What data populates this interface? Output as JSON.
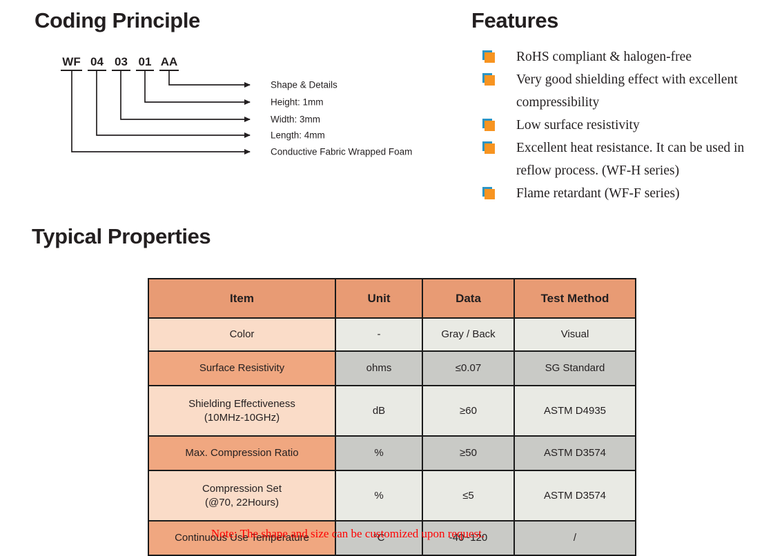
{
  "sections": {
    "coding": {
      "title": "Coding Principle"
    },
    "features": {
      "title": "Features"
    },
    "properties": {
      "title": "Typical Properties"
    }
  },
  "coding": {
    "tokens": [
      {
        "text": "WF"
      },
      {
        "text": "04"
      },
      {
        "text": "03"
      },
      {
        "text": "01"
      },
      {
        "text": "AA"
      }
    ],
    "labels": [
      {
        "text": "Shape & Details"
      },
      {
        "text": "Height: 1mm"
      },
      {
        "text": "Width: 3mm"
      },
      {
        "text": "Length: 4mm"
      },
      {
        "text": "Conductive Fabric Wrapped Foam"
      }
    ]
  },
  "features": {
    "bullet_color": "#F79421",
    "bullet_accent_color": "#2C94C4",
    "items": [
      {
        "text": "RoHS compliant & halogen-free"
      },
      {
        "text": "Very good shielding effect with excellent compressibility"
      },
      {
        "text": "Low surface resistivity"
      },
      {
        "text": "Excellent heat resistance. It can be used in reflow process. (WF-H series)"
      },
      {
        "text": "Flame retardant (WF-F series)"
      }
    ]
  },
  "table": {
    "header_color": "#E89B74",
    "row_light_item_color": "#FADCC8",
    "row_dark_item_color": "#F0A780",
    "row_light_value_color": "#E9EAE4",
    "row_dark_value_color": "#C9CAC6",
    "columns": [
      "Item",
      "Unit",
      "Data",
      "Test Method"
    ],
    "rows": [
      {
        "item": "Color",
        "unit": "-",
        "data": "Gray / Back",
        "method": "Visual"
      },
      {
        "item": "Surface Resistivity",
        "unit": "ohms",
        "data": "≤0.07",
        "method": "SG Standard"
      },
      {
        "item": "Shielding Effectiveness\n(10MHz-10GHz)",
        "unit": "dB",
        "data": "≥60",
        "method": "ASTM D4935"
      },
      {
        "item": "Max. Compression Ratio",
        "unit": "%",
        "data": "≥50",
        "method": "ASTM D3574"
      },
      {
        "item": "Compression Set\n(@70, 22Hours)",
        "unit": "%",
        "data": "≤5",
        "method": "ASTM D3574"
      },
      {
        "item": "Continuous Use Temperature",
        "unit": "°C",
        "data": "-40~120",
        "method": "/"
      }
    ],
    "note": "Note: The shape and size can be customized upon request.",
    "note_color": "#FF0000"
  }
}
